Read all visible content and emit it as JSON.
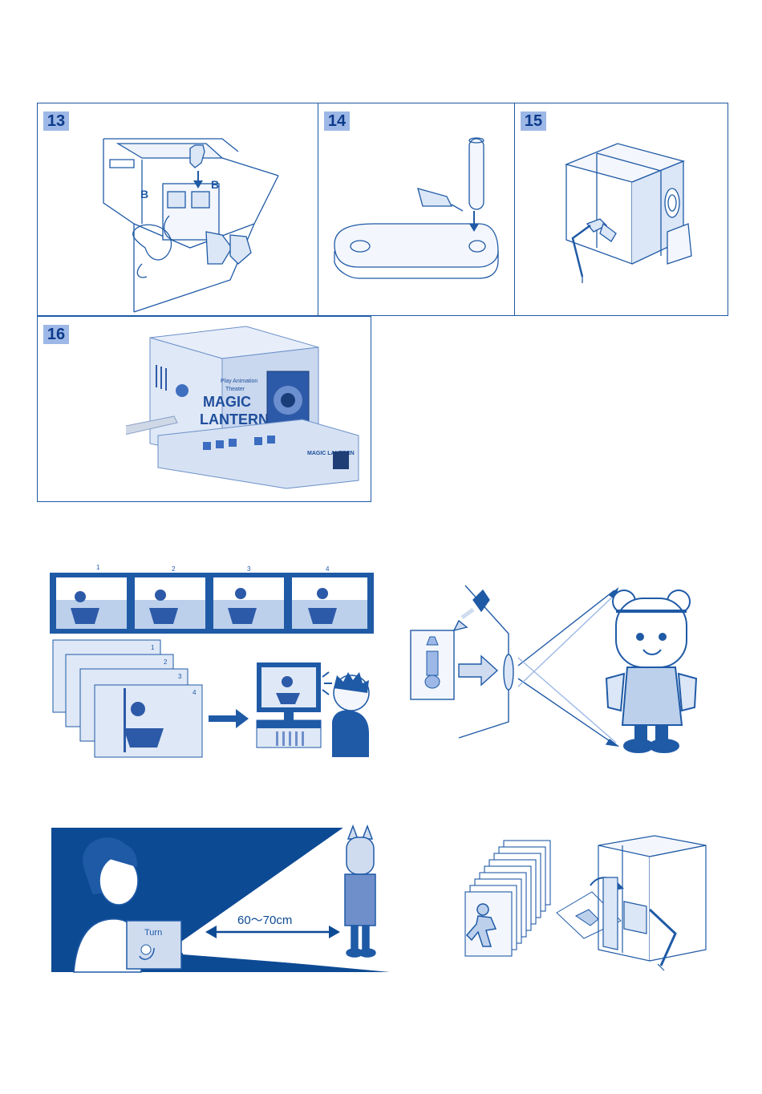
{
  "steps": {
    "s13": {
      "number": "13",
      "label_left": "B",
      "label_right": "B"
    },
    "s14": {
      "number": "14"
    },
    "s15": {
      "number": "15"
    },
    "s16": {
      "number": "16",
      "box_line1": "Play Animation",
      "box_line2": "Theater",
      "box_title1": "MAGIC",
      "box_title2": "LANTERN",
      "side_label": "MAGIC LANTERN"
    }
  },
  "filmstrip": {
    "frames": [
      "1",
      "2",
      "3",
      "4"
    ]
  },
  "frames_stack": {
    "frames": [
      "1",
      "2",
      "3",
      "4"
    ]
  },
  "projection": {
    "turn_label": "Turn",
    "distance_label": "60〜70cm"
  },
  "colors": {
    "primary": "#1f5aa6",
    "dark": "#0d4a94",
    "light": "#dbe6f6",
    "badge": "#9db8e6"
  }
}
